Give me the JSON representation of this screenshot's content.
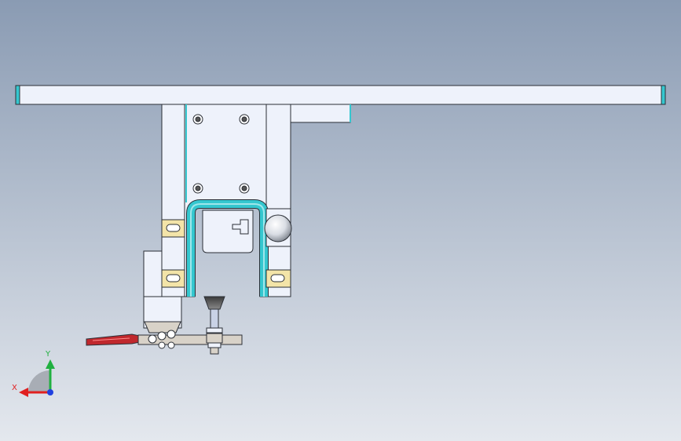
{
  "colors": {
    "background_top": "#8a9bb3",
    "background_bottom": "#e4e8ee",
    "part_fill": "#eef2fb",
    "part_edge": "#2b2f36",
    "accent_cyan": "#35c7cf",
    "bracket_yellow": "#f3e4a8",
    "clamp_handle_red": "#c0282d",
    "clamp_metal": "#d8d2c8",
    "axis_x": "#e02020",
    "axis_y": "#20b040",
    "axis_z": "#2040e0"
  },
  "model_parts": [
    "top-rail",
    "vertical-mount-plate",
    "side-bracket-block",
    "u-shaped-guide",
    "slotted-brackets",
    "sphere-knob",
    "toggle-clamp",
    "pressure-pad"
  ],
  "triad": {
    "x_label": "X",
    "y_label": "Y"
  }
}
